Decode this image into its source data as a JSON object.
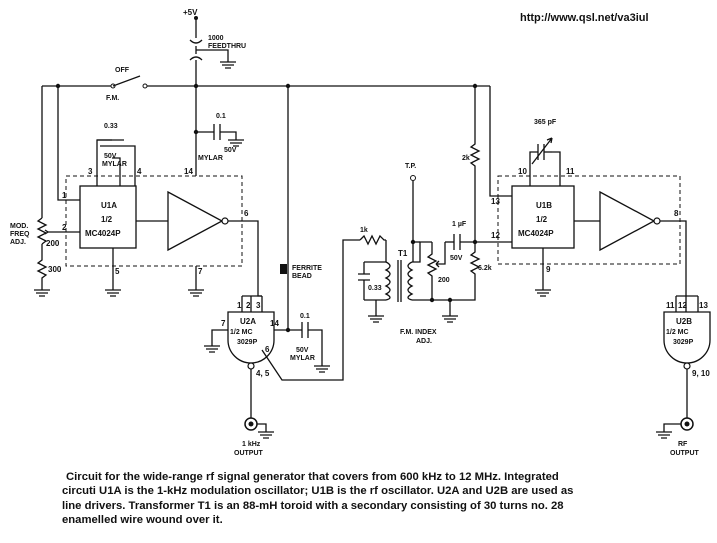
{
  "url": "http://www.qsl.net/va3iul",
  "caption": {
    "lines": [
      "Circuit for the wide-range rf signal generator that covers from 600 kHz to 12 MHz. Integrated",
      "circuti U1A is the 1-kHz modulation oscillator; U1B is the rf oscillator. U2A and U2B are used as",
      "line drivers. Transformer T1 is an 88-mH toroid with a secondary consisting of 30 turns no. 28",
      "enamelled wire wound over it."
    ]
  },
  "labels": {
    "supply": "+5V",
    "feedthru_value": "1000",
    "feedthru_type": "FEEDTHRU",
    "switch_off": "OFF",
    "switch_fm": "F.M.",
    "c1_value": "0.33",
    "c1_rating": "50V",
    "c1_type": "MYLAR",
    "c2_value": "0.1",
    "c2_rating": "50V",
    "c2_type": "MYLAR",
    "u1a_name": "U1A",
    "u1a_half": "1/2",
    "u1a_part": "MC4024P",
    "mod_line1": "MOD.",
    "mod_line2": "FREQ",
    "mod_line3": "ADJ.",
    "r_200_left": "200",
    "r_300": "300",
    "ferrite_line1": "FERRITE",
    "ferrite_line2": "BEAD",
    "u2a_name": "U2A",
    "u2a_half": "1/2 MC",
    "u2a_part": "3029P",
    "c3_value": "0.1",
    "c3_rating": "50V",
    "c3_type": "MYLAR",
    "out1_line1": "1 kHz",
    "out1_line2": "OUTPUT",
    "tp": "T.P.",
    "r_1k": "1k",
    "c_033_t1": "0.33",
    "t1": "T1",
    "r_200_fm": "200",
    "fm_line1": "F.M. INDEX",
    "fm_line2": "ADJ.",
    "c4_value": "1 µF",
    "c4_rating": "50V",
    "r_2k": "2k",
    "r_6k2": "6.2k",
    "c_365": "365 pF",
    "u1b_name": "U1B",
    "u1b_half": "1/2",
    "u1b_part": "MC4024P",
    "u2b_name": "U2B",
    "u2b_half": "1/2 MC",
    "u2b_part": "3029P",
    "out2_line1": "RF",
    "out2_line2": "OUTPUT"
  },
  "pins": {
    "u1a_1": "1",
    "u1a_2": "2",
    "u1a_3": "3",
    "u1a_4": "4",
    "u1a_5": "5",
    "u1a_6": "6",
    "u1a_7": "7",
    "u1a_14": "14",
    "u1b_13": "13",
    "u1b_12": "12",
    "u1b_10": "10",
    "u1b_11": "11",
    "u1b_9": "9",
    "u1b_8": "8",
    "u2a_1": "1",
    "u2a_2": "2",
    "u2a_3": "3",
    "u2a_7": "7",
    "u2a_14": "14",
    "u2a_6": "6",
    "u2a_45": "4, 5",
    "u2b_11": "11",
    "u2b_12": "12",
    "u2b_13": "13",
    "u2b_910": "9, 10"
  }
}
